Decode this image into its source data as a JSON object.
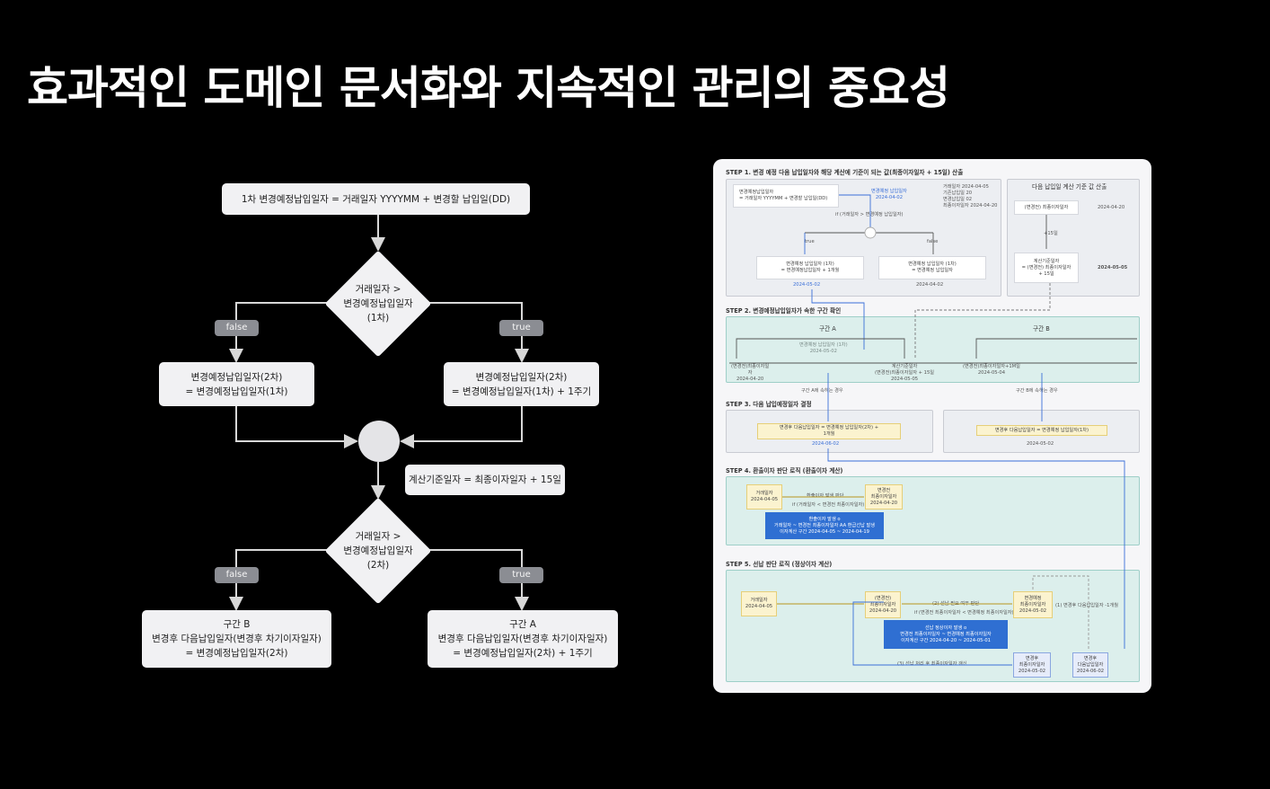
{
  "title": "효과적인 도메인 문서화와 지속적인 관리의 중요성",
  "flow": {
    "start": "1차 변경예정납입일자 = 거래일자 YYYYMM + 변경할 납입일(DD)",
    "d1": [
      "거래일자 >",
      "변경예정납입일자",
      "(1차)"
    ],
    "d1_false": "false",
    "d1_true": "true",
    "left1": [
      "변경예정납입일자(2차)",
      "= 변경예정납입일자(1차)"
    ],
    "right1": [
      "변경예정납입일자(2차)",
      "= 변경예정납입일자(1차) + 1주기"
    ],
    "calc": "계산기준일자 = 최종이자일자 + 15일",
    "d2": [
      "거래일자 >",
      "변경예정납입일자",
      "(2차)"
    ],
    "d2_false": "false",
    "d2_true": "true",
    "left2": [
      "구간 B",
      "변경후 다음납입일자(변경후 차기이자일자)",
      "= 변경예정납입일자(2차)"
    ],
    "right2": [
      "구간 A",
      "변경후 다음납입일자(변경후 차기이자일자)",
      "= 변경예정납입일자(2차) + 1주기"
    ]
  },
  "panel": {
    "step1": "STEP 1. 변경 예정 다음 납입일자와 해당 계산에 기준이 되는 값(최종이자일자 + 15일) 산출",
    "step1_right": "다음 납입일 계산 기준 값 산출",
    "s1_box1": [
      "변경예정납입일자",
      "= 거래일자 YYYYMM + 변경할 납입일(DD)"
    ],
    "s1_blue": [
      "변경예정 납입일자",
      "2024-04-02"
    ],
    "s1_info": [
      "거래일자  2024-04-05",
      "기존납입일  20",
      "변경납입일  02",
      "최종이자일자  2024-04-20"
    ],
    "s1_cond": "if (거래일자 > 변경예정 납입일자)",
    "s1_true": "true",
    "s1_false": "false",
    "s1_lbox": [
      "변경예정 납입일자 (1차)",
      "= 변경예정납입일자 + 1개월"
    ],
    "s1_ldate": "2024-05-02",
    "s1_rbox": [
      "변경예정 납입일자 (1차)",
      "= 변경예정 납입일자"
    ],
    "s1_rdate": "2024-04-02",
    "s1_last": "(변경전) 최종이자일자",
    "s1_last_date": "2024-04-20",
    "s1_plus": "+15일",
    "s1_calc": [
      "계산기준일자",
      "= (변경전) 최종이자일자",
      "+ 15일"
    ],
    "s1_calc_date": "2024-05-05",
    "step2": "STEP 2. 변경예정납입일자가 속한 구간 확인",
    "s2_a": "구간 A",
    "s2_b": "구간 B",
    "s2_mid": [
      "변경예정 납입일자 (1차)",
      "2024-05-02"
    ],
    "s2_t1": [
      "(변경전)최종이자일",
      "자",
      "2024-04-20"
    ],
    "s2_t2": [
      "계산기준일자",
      "(변경전)최종이자일자 + 15일",
      "2024-05-05"
    ],
    "s2_t3": [
      "(변경전)최종이자일자+1M일",
      "2024-05-04"
    ],
    "s2_ca": "구간 A에 속하는 경우",
    "s2_cb": "구간 B에 속하는 경우",
    "step3": "STEP 3. 다음 납입예정일자 결정",
    "s3_l": [
      "변경후 다음납입일자 = 변경예정 납입일자(2차) +",
      "1개월"
    ],
    "s3_ldate": "2024-06-02",
    "s3_r": "변경후 다음납입일자 = 변경예정 납입일자(1차)",
    "s3_rdate": "2024-05-02",
    "step4": "STEP 4. 환출이자 판단 로직 (환출이자 계산)",
    "s4_a": [
      "거래일자",
      "2024-04-05"
    ],
    "s4_mid": "환출이자 발생 판단",
    "s4_cond": "if (거래일자 < 변경전 최종이자일자)",
    "s4_b": [
      "변경전",
      "최종이자일자",
      "2024-04-20"
    ],
    "s4_blue": [
      "환출이자 발생 o",
      "거래일자 ~ 변경전 최종이자일자 AA 환급선납 발생",
      "이자계산 구간 2024-04-05 ~ 2024-04-19"
    ],
    "step5": "STEP 5. 선납 판단 로직 (정상이자 계산)",
    "s5_a": [
      "거래일자",
      "2024-04-05"
    ],
    "s5_b": [
      "(변경전)",
      "최종이자일자",
      "2024-04-20"
    ],
    "s5_mid": "(2) 선납 필요 여부 판단",
    "s5_cond": "if (변경전 최종이자일자 < 변경예정 최종이자일자)",
    "s5_c": [
      "변경예정",
      "최종이자일자",
      "2024-05-02"
    ],
    "s5_r": "(1) 변경후 다음납입일자 -1개월",
    "s5_blue": [
      "선납 정상이자 발생 o",
      "변경전 최종이자일자 ~ 변경예정 최종이자일자",
      "이자계산 구간 2024-04-20 ~ 2024-05-01"
    ],
    "s5_update": "(3) 선납 처리 후 최종이자일자 갱신",
    "s5_d": [
      "변경후",
      "최종이자일자",
      "2024-05-02"
    ],
    "s5_e": [
      "변경후",
      "다음납입일자",
      "2024-06-02"
    ]
  }
}
